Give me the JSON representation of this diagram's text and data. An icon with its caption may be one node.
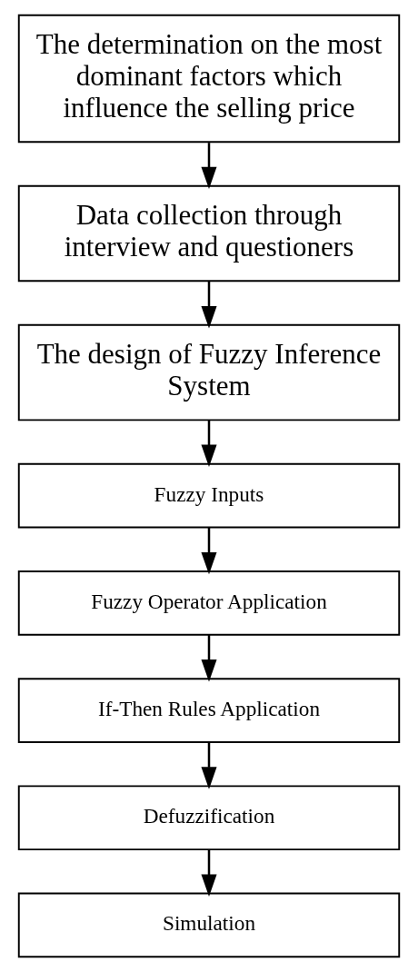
{
  "diagram": {
    "nodes": [
      {
        "text": [
          "The determination on the most dominant factors which influence the selling price"
        ]
      },
      {
        "text": [
          "Data collection through interview and questioners"
        ]
      },
      {
        "text": [
          "The design of Fuzzy Inference System"
        ]
      },
      {
        "text": [
          "Fuzzy Inputs"
        ]
      },
      {
        "text": [
          "Fuzzy Operator Application"
        ]
      },
      {
        "text": [
          "If-Then Rules Application"
        ]
      },
      {
        "text": [
          "Defuzzification"
        ]
      },
      {
        "text": [
          "Simulation"
        ]
      }
    ],
    "edges": [
      {
        "from": 0,
        "to": 1,
        "arrow": "to"
      },
      {
        "from": 1,
        "to": 2,
        "arrow": "to"
      },
      {
        "from": 2,
        "to": 3,
        "arrow": "to"
      },
      {
        "from": 3,
        "to": 4,
        "arrow": "to"
      },
      {
        "from": 4,
        "to": 5,
        "arrow": "to"
      },
      {
        "from": 5,
        "to": 6,
        "arrow": "to"
      },
      {
        "from": 6,
        "to": 7,
        "arrow": "to"
      }
    ]
  }
}
